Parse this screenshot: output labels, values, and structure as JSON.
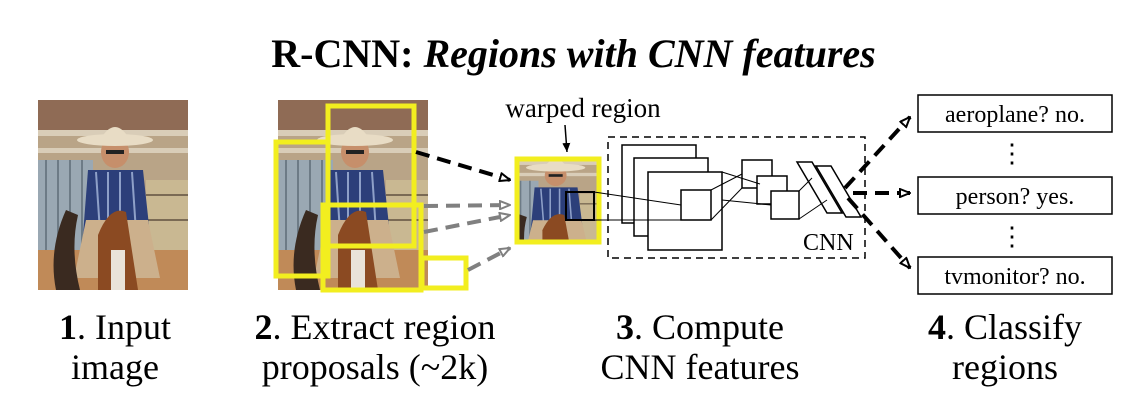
{
  "title": {
    "main": "R-CNN:",
    "sub": "Regions with CNN features"
  },
  "annotations": {
    "warped_region": "warped region",
    "cnn": "CNN",
    "dots": "⋮"
  },
  "classes": [
    {
      "label": "aeroplane? no."
    },
    {
      "label": "person? yes."
    },
    {
      "label": "tvmonitor? no."
    }
  ],
  "steps": [
    {
      "num": "1",
      "line1": ". Input",
      "line2": "image"
    },
    {
      "num": "2",
      "line1": ". Extract region",
      "line2": "proposals (~2k)"
    },
    {
      "num": "3",
      "line1": ". Compute",
      "line2": "CNN features"
    },
    {
      "num": "4",
      "line1": ". Classify",
      "line2": "regions"
    }
  ],
  "colors": {
    "proposal_box": "#f2ee1f",
    "arrow_gray": "#808080",
    "image_sky": "#b9a487",
    "shirt": "#2c3f7a"
  }
}
